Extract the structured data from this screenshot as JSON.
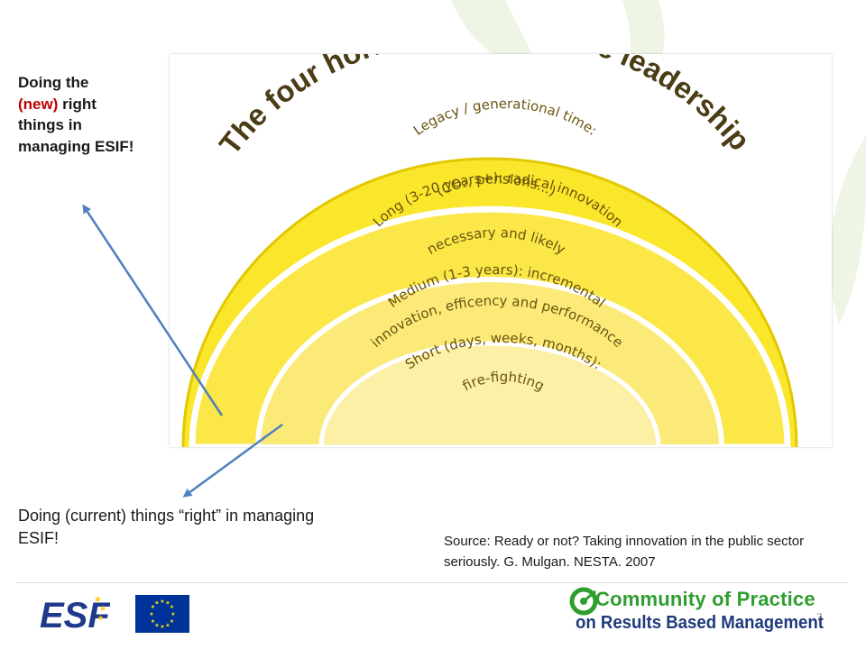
{
  "diagram": {
    "title": "The four horizons of effective leadership",
    "horizons": [
      {
        "id": "legacy",
        "line1": "Legacy / generational time:",
        "line2": "(CO₂, pensions...)",
        "color": "#fae62b"
      },
      {
        "id": "long",
        "line1": "Long (3-20 years+): radical innovation",
        "line2": "necessary and likely",
        "color": "#fbe747"
      },
      {
        "id": "medium",
        "line1": "Medium (1-3 years): incremental",
        "line2": "innovation, efficency and performance",
        "color": "#fbea77"
      },
      {
        "id": "short",
        "line1": "Short (days, weeks, months):",
        "line2": "fire-fighting",
        "color": "#fcf0a7"
      }
    ],
    "text_color": "#6a5410",
    "title_color": "#4a3c14"
  },
  "callouts": {
    "top": {
      "part1": "Doing the",
      "highlight": "(new)",
      "part2": "right things in managing ESIF!"
    },
    "bottom": "Doing (current) things “right” in managing ESIF!"
  },
  "source": "Source: Ready or not? Taking innovation in the public sector seriously. G. Mulgan. NESTA. 2007",
  "footer": {
    "page_number": "7",
    "esf_logo_text": "ESF",
    "cop_line1": "Community of Practice",
    "cop_line2": "on Results Based Management"
  },
  "colors": {
    "arrow": "#4f81bd",
    "highlight": "#c00000",
    "cop_green": "#2f9e2f",
    "cop_blue": "#1f3a7a",
    "eu_blue": "#003399",
    "eu_star": "#ffdd00"
  }
}
